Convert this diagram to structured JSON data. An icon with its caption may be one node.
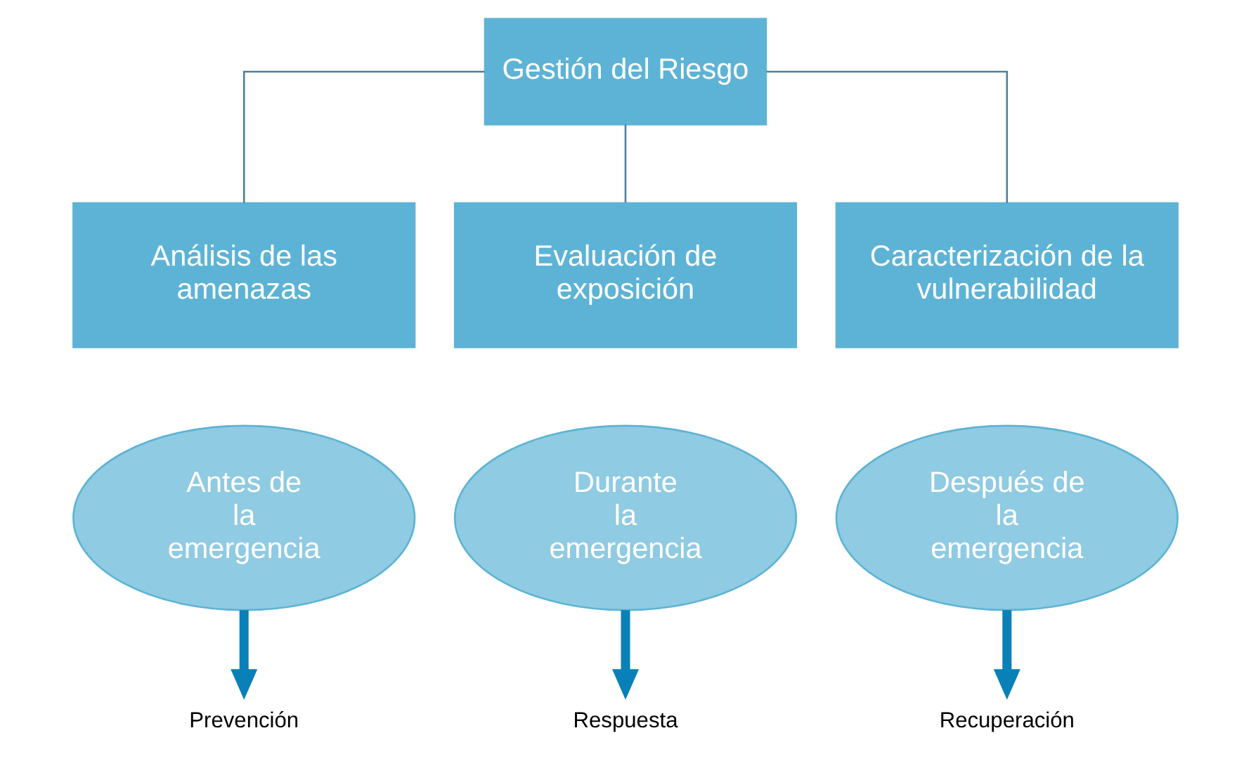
{
  "diagram": {
    "nodes": [
      {
        "text": [
          "Gestión del Riesgo"
        ]
      },
      {
        "text": [
          "Análisis de las amenazas"
        ]
      },
      {
        "text": [
          "Evaluación de exposición"
        ]
      },
      {
        "text": [
          "Caracterización de la vulnerabilidad"
        ]
      },
      {
        "text": [
          "Antes de la emergencia"
        ]
      },
      {
        "text": [
          "Durante la emergencia"
        ]
      },
      {
        "text": [
          "Después de la emergencia"
        ]
      },
      {
        "text": [
          "Prevención"
        ]
      },
      {
        "text": [
          "Respuesta"
        ]
      },
      {
        "text": [
          "Recuperación"
        ]
      }
    ],
    "edges": [
      {
        "from": 0,
        "to": 1,
        "arrow": "none"
      },
      {
        "from": 0,
        "to": 2,
        "arrow": "none"
      },
      {
        "from": 0,
        "to": 3,
        "arrow": "none"
      },
      {
        "from": 4,
        "to": 7,
        "arrow": "to",
        "style": "thick",
        "color": "#0a80b8"
      },
      {
        "from": 5,
        "to": 8,
        "arrow": "to",
        "style": "thick",
        "color": "#0a80b8"
      },
      {
        "from": 6,
        "to": 9,
        "arrow": "to",
        "style": "thick",
        "color": "#0a80b8"
      }
    ]
  }
}
